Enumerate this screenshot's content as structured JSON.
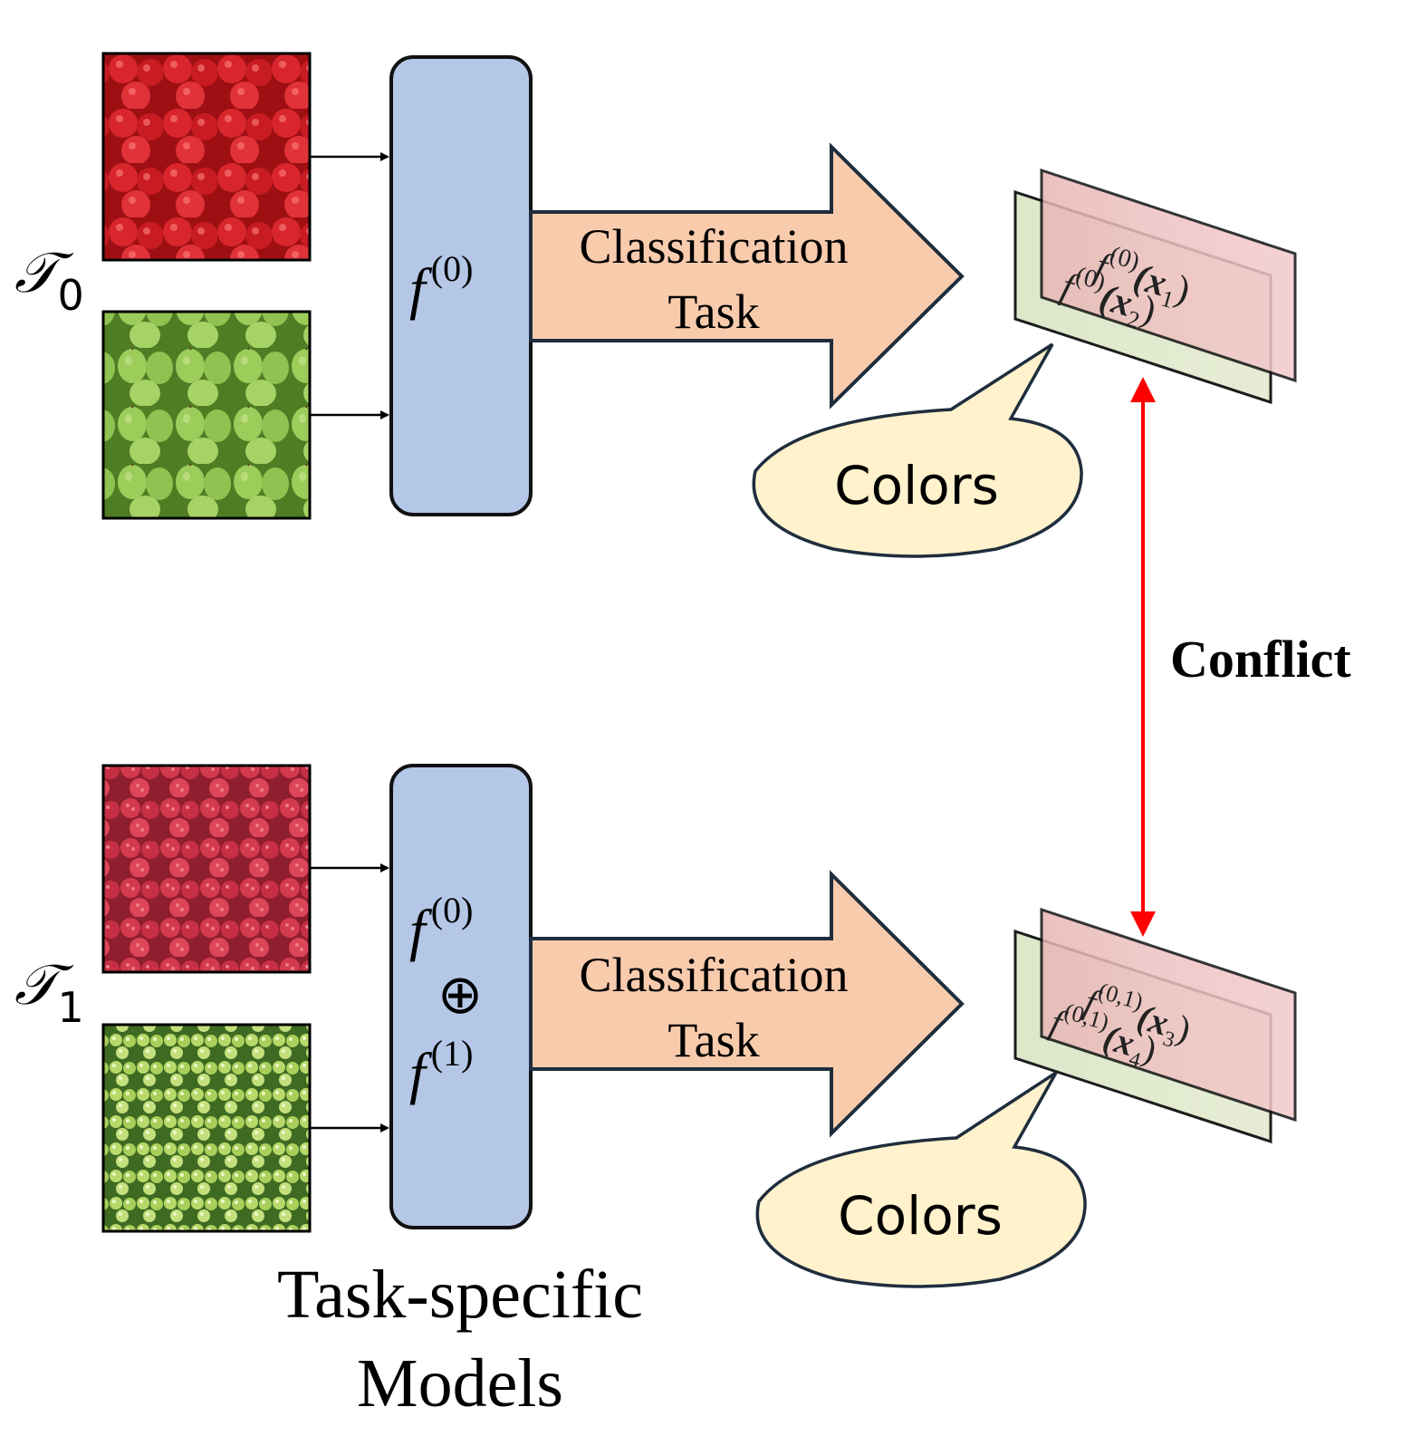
{
  "colors": {
    "model_box_fill": "#b4c7e7",
    "arrow_fill": "#f8cbad",
    "bubble_fill": "#fff2cc",
    "conflict_arrow": "#ff0000",
    "outline": "#1a1a1a",
    "apple_red": "#c8161c",
    "pear_green": "#8cc152",
    "raspberry": "#d33a4e",
    "grape_green": "#a8cf5a"
  },
  "tasks": [
    {
      "label_base": "𝒯",
      "label_sub": "0",
      "images": [
        {
          "fruit": "apples",
          "icon": "apples-image"
        },
        {
          "fruit": "pears",
          "icon": "pears-image"
        }
      ],
      "model_lines": [
        {
          "base": "f",
          "sup": "(0)"
        }
      ],
      "model_op": "",
      "arrow_line1": "Classification",
      "arrow_line2": "Task",
      "feature_front": {
        "base": "f",
        "sup": "(0)",
        "arg": "(x",
        "sub": "1",
        "close": ")"
      },
      "feature_back": {
        "base": "f",
        "sup": "(0)",
        "arg": "(x",
        "sub": "2",
        "close": ")"
      },
      "bubble": "Colors"
    },
    {
      "label_base": "𝒯",
      "label_sub": "1",
      "images": [
        {
          "fruit": "raspberries",
          "icon": "raspberries-image"
        },
        {
          "fruit": "grapes",
          "icon": "grapes-image"
        }
      ],
      "model_lines": [
        {
          "base": "f",
          "sup": "(0)"
        },
        {
          "base": "f",
          "sup": "(1)"
        }
      ],
      "model_op": "⊕",
      "arrow_line1": "Classification",
      "arrow_line2": "Task",
      "feature_front": {
        "base": "f",
        "sup": "(0,1)",
        "arg": "(x",
        "sub": "3",
        "close": ")"
      },
      "feature_back": {
        "base": "f",
        "sup": "(0,1)",
        "arg": "(x",
        "sub": "4",
        "close": ")"
      },
      "bubble": "Colors"
    }
  ],
  "conflict_label": "Conflict",
  "footer": {
    "line1": "Task-specific",
    "line2": "Models"
  }
}
